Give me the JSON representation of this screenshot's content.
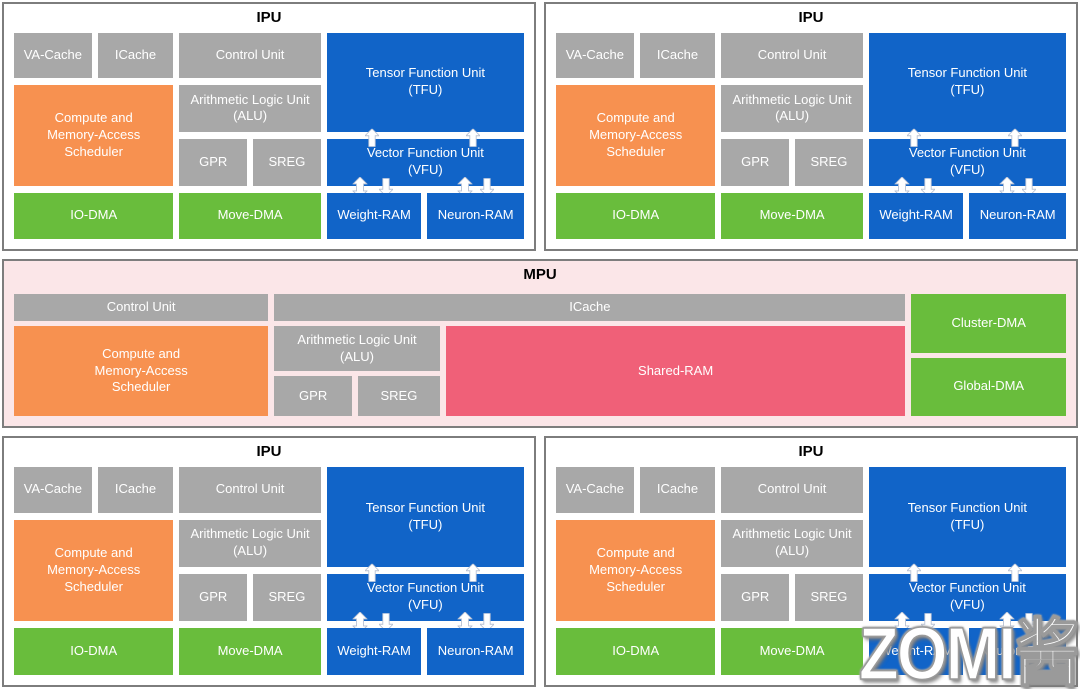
{
  "ipu": {
    "title": "IPU",
    "blocks": {
      "va_cache": "VA-Cache",
      "icache": "ICache",
      "control_unit": "Control Unit",
      "tfu": "Tensor Function Unit\n(TFU)",
      "scheduler": "Compute and\nMemory-Access\nScheduler",
      "alu": "Arithmetic Logic Unit\n(ALU)",
      "gpr": "GPR",
      "sreg": "SREG",
      "vfu": "Vector Function Unit\n(VFU)",
      "io_dma": "IO-DMA",
      "move_dma": "Move-DMA",
      "weight_ram": "Weight-RAM",
      "neuron_ram": "Neuron-RAM"
    }
  },
  "mpu": {
    "title": "MPU",
    "blocks": {
      "control_unit": "Control Unit",
      "icache": "ICache",
      "scheduler": "Compute and\nMemory-Access\nScheduler",
      "alu": "Arithmetic Logic Unit\n(ALU)",
      "gpr": "GPR",
      "sreg": "SREG",
      "shared_ram": "Shared-RAM",
      "cluster_dma": "Cluster-DMA",
      "global_dma": "Global-DMA"
    }
  },
  "watermark": {
    "text": "ZOMI酱"
  },
  "icons": {
    "between_tfu_vfu": "up-arrow-icon",
    "between_vfu_rams": [
      "up-down-arrow-icon",
      "down-arrow-icon"
    ]
  },
  "colors": {
    "gray_block": "#a8a8a8",
    "blue_block": "#1164c8",
    "green_block": "#69bd3c",
    "orange_block": "#f79150",
    "shared_ram_red": "#f06078",
    "mpu_background": "#fbe6e8",
    "panel_border": "#7d7d7d",
    "block_text": "#ffffff",
    "title_text": "#000000"
  }
}
